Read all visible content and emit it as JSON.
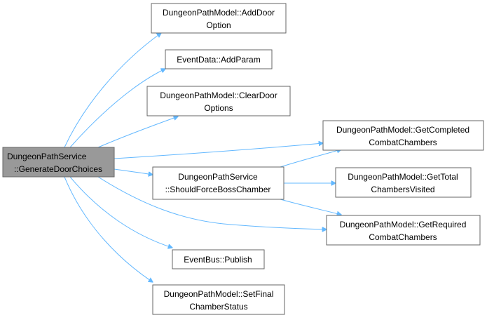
{
  "nodes": {
    "generate_door_choices": {
      "line1": "DungeonPathService",
      "line2": "::GenerateDoorChoices"
    },
    "add_door_option": {
      "line1": "DungeonPathModel::AddDoor",
      "line2": "Option"
    },
    "add_param": {
      "line1": "EventData::AddParam"
    },
    "clear_door_options": {
      "line1": "DungeonPathModel::ClearDoor",
      "line2": "Options"
    },
    "get_completed_combat_chambers": {
      "line1": "DungeonPathModel::GetCompleted",
      "line2": "CombatChambers"
    },
    "should_force_boss_chamber": {
      "line1": "DungeonPathService",
      "line2": "::ShouldForceBossChamber"
    },
    "get_total_chambers_visited": {
      "line1": "DungeonPathModel::GetTotal",
      "line2": "ChambersVisited"
    },
    "get_required_combat_chambers": {
      "line1": "DungeonPathModel::GetRequired",
      "line2": "CombatChambers"
    },
    "publish": {
      "line1": "EventBus::Publish"
    },
    "set_final_chamber_status": {
      "line1": "DungeonPathModel::SetFinal",
      "line2": "ChamberStatus"
    }
  },
  "colors": {
    "edge": "#63b8ff",
    "root_fill": "#999999",
    "node_border": "#666666"
  }
}
